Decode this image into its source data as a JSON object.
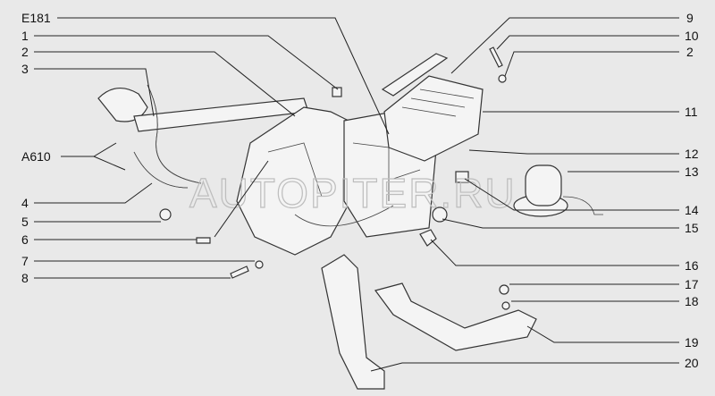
{
  "watermark": "AUTOPITER.RU",
  "left_callouts": [
    {
      "label": "E181"
    },
    {
      "label": "1"
    },
    {
      "label": "2"
    },
    {
      "label": "3"
    },
    {
      "label": "A610"
    },
    {
      "label": "4"
    },
    {
      "label": "5"
    },
    {
      "label": "6"
    },
    {
      "label": "7"
    },
    {
      "label": "8"
    }
  ],
  "right_callouts": [
    {
      "label": "9"
    },
    {
      "label": "10"
    },
    {
      "label": "2"
    },
    {
      "label": "11"
    },
    {
      "label": "12"
    },
    {
      "label": "13"
    },
    {
      "label": "14"
    },
    {
      "label": "15"
    },
    {
      "label": "16"
    },
    {
      "label": "17"
    },
    {
      "label": "18"
    },
    {
      "label": "19"
    },
    {
      "label": "20"
    }
  ]
}
